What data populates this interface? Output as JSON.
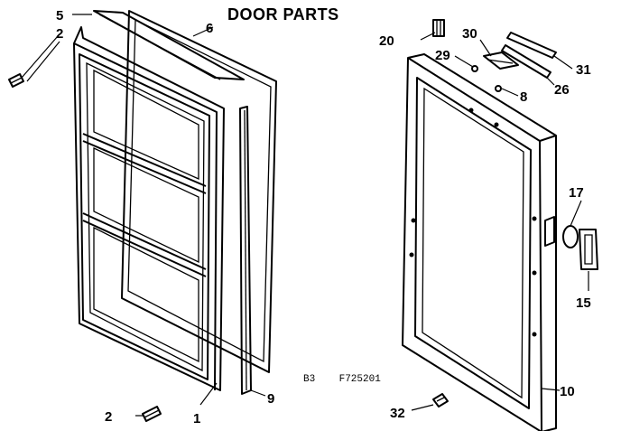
{
  "title": "DOOR PARTS",
  "drawing_code": "B3    F725201",
  "callouts": [
    "1",
    "2",
    "2",
    "5",
    "6",
    "8",
    "9",
    "10",
    "15",
    "17",
    "20",
    "26",
    "29",
    "30",
    "31",
    "32"
  ]
}
